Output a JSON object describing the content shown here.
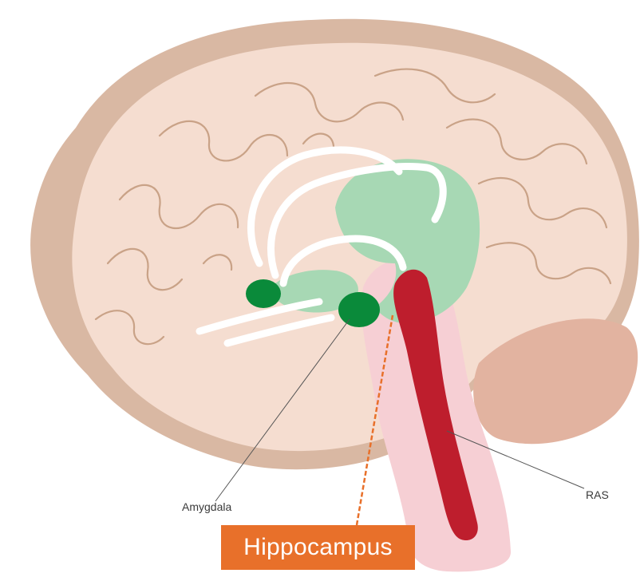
{
  "labels": {
    "amygdala": "Amygdala",
    "ras": "RAS",
    "hippocampus": "Hippocampus"
  },
  "colors": {
    "brain_tissue": "#f5ddd0",
    "brain_rim": "#d9b8a3",
    "brain_folds": "#c9a287",
    "cerebellum": "#e2b3a0",
    "brainstem_sheath": "#f6cfd4",
    "ras": "#be1e2d",
    "limbic_light_green": "#a7d8b4",
    "amygdala_dark_green": "#0a8a3a",
    "fornix_white": "#ffffff",
    "hippocampus_label_bg": "#e8702a",
    "hippocampus_pointer": "#e8702a",
    "leader_line": "#555555"
  }
}
